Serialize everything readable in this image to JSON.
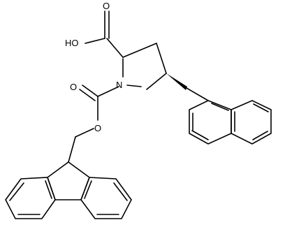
{
  "labels": {
    "acid_o": "O",
    "acid_oh": "HO",
    "ring_n": "N",
    "carbamate_o_double": "O",
    "carbamate_o_ether": "O"
  }
}
